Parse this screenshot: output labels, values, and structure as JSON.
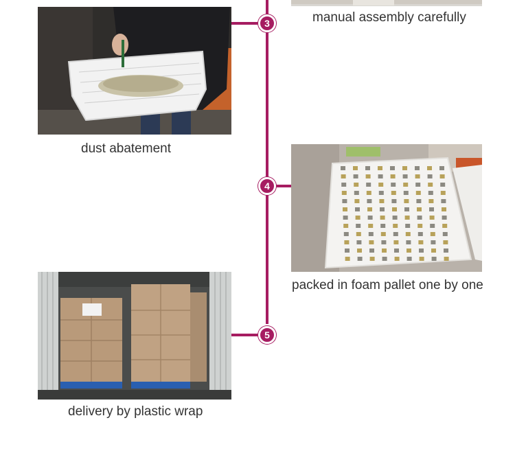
{
  "timeline": {
    "accent_color": "#a61c61",
    "steps": [
      {
        "number": "3",
        "left_caption": "dust abatement",
        "right_caption": "manual assembly carefully"
      },
      {
        "number": "4",
        "right_caption": "packed in foam pallet one by one"
      },
      {
        "number": "5",
        "left_caption": "delivery by plastic wrap"
      }
    ]
  }
}
